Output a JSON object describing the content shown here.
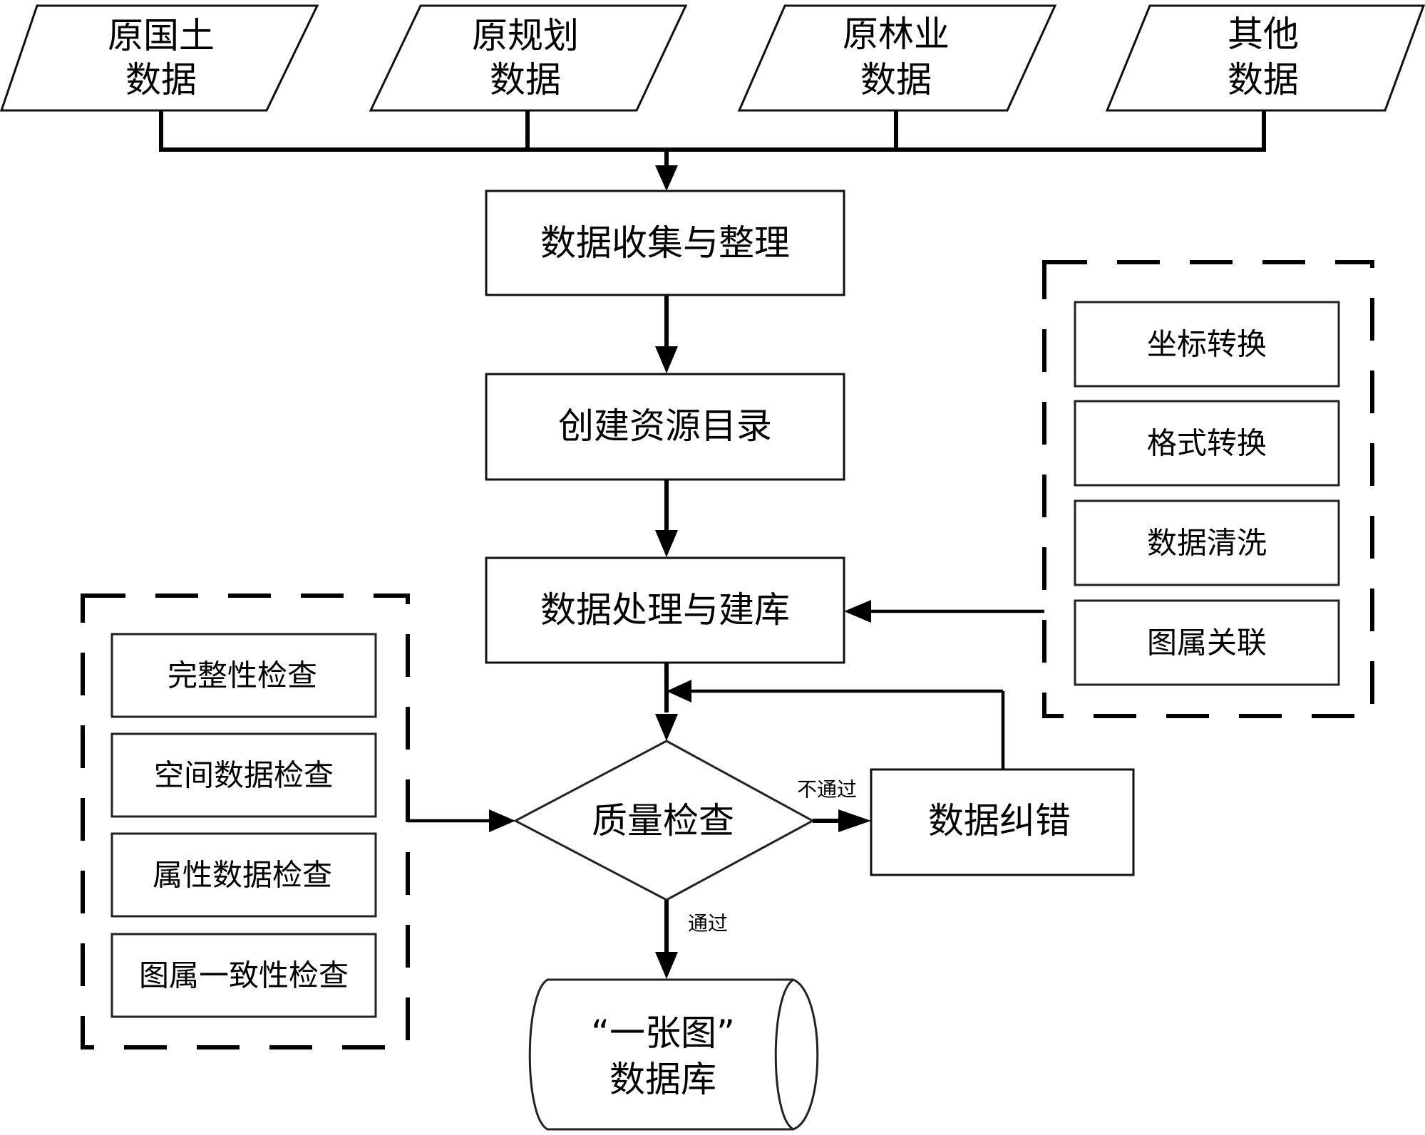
{
  "sources": [
    {
      "line1": "原国土",
      "line2": "数据"
    },
    {
      "line1": "原规划",
      "line2": "数据"
    },
    {
      "line1": "原林业",
      "line2": "数据"
    },
    {
      "line1": "其他",
      "line2": "数据"
    }
  ],
  "steps": {
    "collect": "数据收集与整理",
    "catalog": "创建资源目录",
    "process": "数据处理与建库",
    "quality_check": "质量检查",
    "correction": "数据纠错"
  },
  "processing_group": [
    "坐标转换",
    "格式转换",
    "数据清洗",
    "图属关联"
  ],
  "check_group": [
    "完整性检查",
    "空间数据检查",
    "属性数据检查",
    "图属一致性检查"
  ],
  "edge_labels": {
    "fail": "不通过",
    "pass": "通过"
  },
  "database": {
    "line1": "“一张图”",
    "line2": "数据库"
  }
}
